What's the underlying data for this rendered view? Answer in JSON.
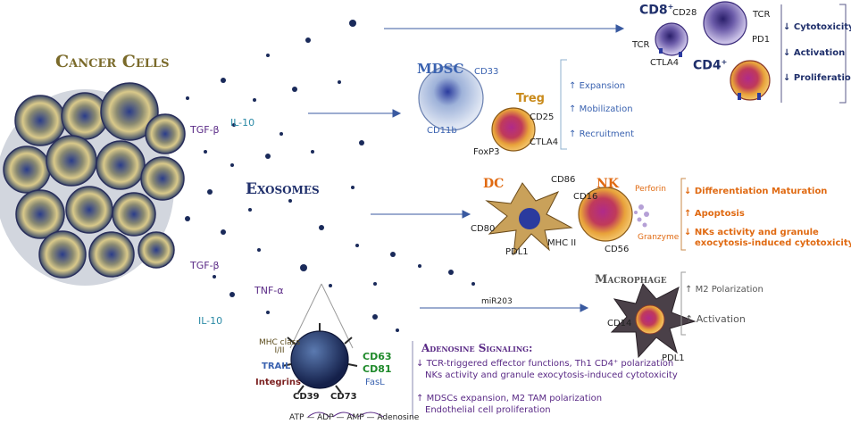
{
  "colors": {
    "navy": "#1f2f6b",
    "blue": "#3a62b0",
    "orange": "#e06a12",
    "purple": "#5a2a86",
    "green": "#1f8a2b",
    "gray": "#555555"
  },
  "titles": {
    "cancer_cells": "Cancer Cells",
    "exosomes": "Exosomes",
    "adenosine": "Adenosine Signaling:",
    "macrophage": "Macrophage"
  },
  "cytokines": {
    "tgf_top": "TGF-β",
    "il10_top": "IL-10",
    "tgf_bottom": "TGF-β",
    "tnf": "TNF-α",
    "il10_bottom": "IL-10"
  },
  "tcells": {
    "cd8": "CD8",
    "cd8_sup": "+",
    "cd4": "CD4",
    "cd4_sup": "+",
    "cd28": "CD28",
    "tcr_left": "TCR",
    "tcr_right": "TCR",
    "pd1": "PD1",
    "ctla4": "CTLA4",
    "effects": [
      "Cytotoxicity",
      "Activation",
      "Proliferation"
    ]
  },
  "mdsc_treg": {
    "mdsc": "MDSC",
    "cd33": "CD33",
    "cd11b": "CD11b",
    "treg": "Treg",
    "cd25": "CD25",
    "ctla4": "CTLA4",
    "foxp3": "FoxP3",
    "effects": [
      "Expansion",
      "Mobilization",
      "Recruitment"
    ]
  },
  "dc_nk": {
    "dc": "DC",
    "cd86": "CD86",
    "cd80": "CD80",
    "mhc2": "MHC II",
    "pdl1": "PDL1",
    "nk": "NK",
    "cd16": "CD16",
    "cd56": "CD56",
    "perforin": "Perforin",
    "granzyme": "Granzyme",
    "effects": [
      "Differentiation Maturation",
      "Apoptosis",
      "NKs activity and granule",
      "exocytosis-induced cytotoxicity"
    ]
  },
  "macrophage": {
    "mir": "miR203",
    "cd14": "CD14",
    "pdl1": "PDL1",
    "effects": [
      "M2 Polarization",
      "Activation"
    ]
  },
  "exosome_detail": {
    "mhc": "MHC class",
    "mhc2": "I/II",
    "trail": "TRAIL",
    "integrins": "Integrins",
    "cd63": "CD63",
    "cd81": "CD81",
    "fasl": "FasL",
    "cd39": "CD39",
    "cd73": "CD73",
    "pathway": "ATP — ADP — AMP — Adenosine"
  },
  "adenosine_effects": {
    "down_1": "TCR-triggered effector functions, Th1 CD4⁺ polarization",
    "down_2": "NKs activity and granule exocytosis-induced cytotoxicity",
    "up_1": "MDSCs expansion, M2 TAM polarization",
    "up_2": "Endothelial cell proliferation"
  },
  "arrow_up": "↑",
  "arrow_down": "↓"
}
